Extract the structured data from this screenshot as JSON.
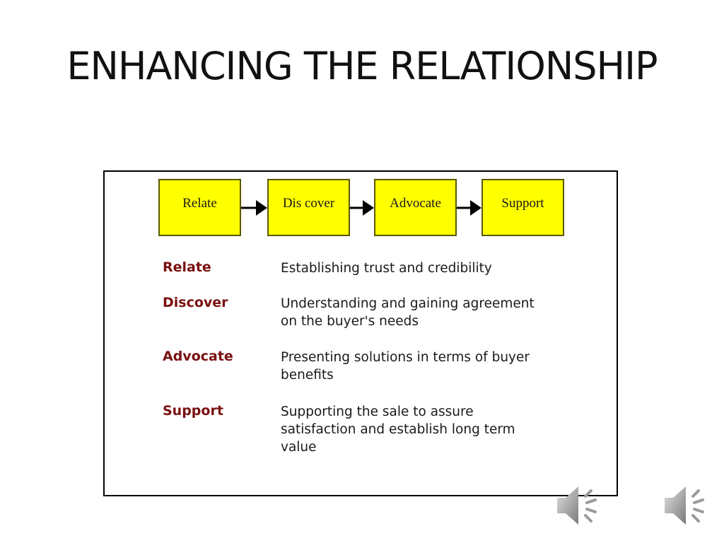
{
  "title": "ENHANCING THE RELATIONSHIP",
  "steps": [
    "Relate",
    "Dis cover",
    "Advocate",
    "Support"
  ],
  "definitions": [
    {
      "term": "Relate",
      "lines": [
        "Establishing trust and credibility"
      ]
    },
    {
      "term": "Discover",
      "lines": [
        "Understanding and gaining agreement",
        "on the buyer's needs"
      ]
    },
    {
      "term": "Advocate",
      "lines": [
        "Presenting solutions in terms of buyer",
        "benefits"
      ]
    },
    {
      "term": "Support",
      "lines": [
        "Supporting the sale to assure",
        "satisfaction and establish long term",
        "value"
      ]
    }
  ],
  "colors": {
    "step_fill": "#ffff00",
    "term": "#7a1010",
    "speaker": "#9a9a9a"
  },
  "icons": [
    "speaker-icon",
    "speaker-icon"
  ]
}
